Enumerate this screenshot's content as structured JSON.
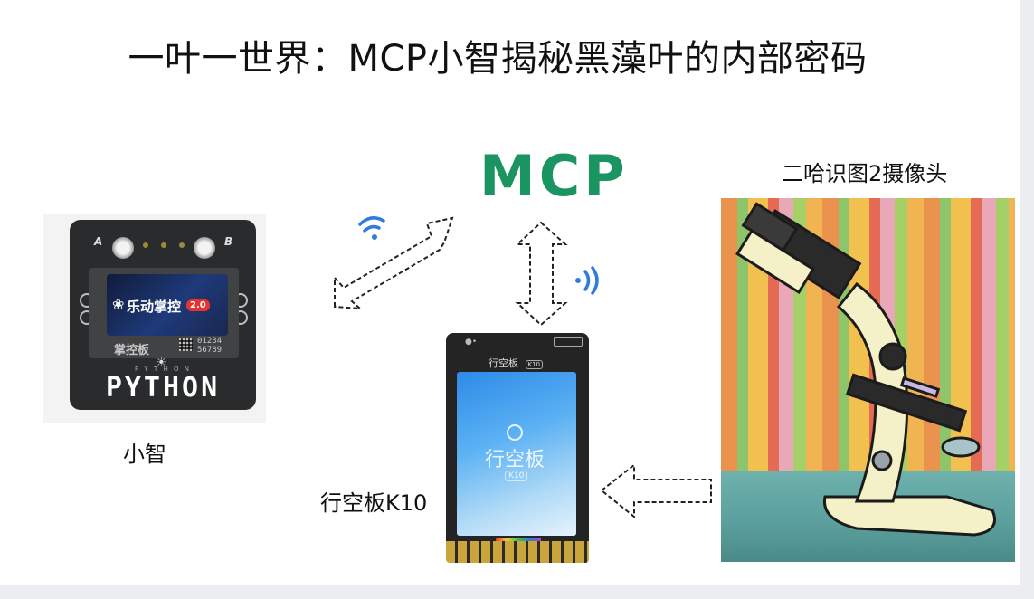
{
  "title": "一叶一世界：MCP小智揭秘黑藻叶的内部密码",
  "mcp_logo": "MCP",
  "labels": {
    "camera": "二哈识图2摄像头",
    "xiaozhi": "小智",
    "k10": "行空板K10"
  },
  "xiaozhi_board": {
    "key_a": "A",
    "key_b": "B",
    "screen_logo": "乐动掌控",
    "screen_version": "2.0",
    "brand": "掌控板",
    "serial_line1": "01234",
    "serial_line2": "56789",
    "python_text": "PYTHON",
    "pin_letters": "P  Y  T  H  O  N"
  },
  "k10_device": {
    "header": "行空板",
    "header_badge": "K10",
    "screen_title": "行空板",
    "screen_badge": "K10"
  },
  "icons": {
    "wifi_left": "wifi-icon",
    "wifi_right": "wifi-icon",
    "sound_left": "sound-wave-icon",
    "sound_right": "sound-wave-icon"
  },
  "colors": {
    "mcp_green": "#1a9460",
    "wifi_blue": "#2f7be0",
    "arrow_stroke": "#222222"
  }
}
